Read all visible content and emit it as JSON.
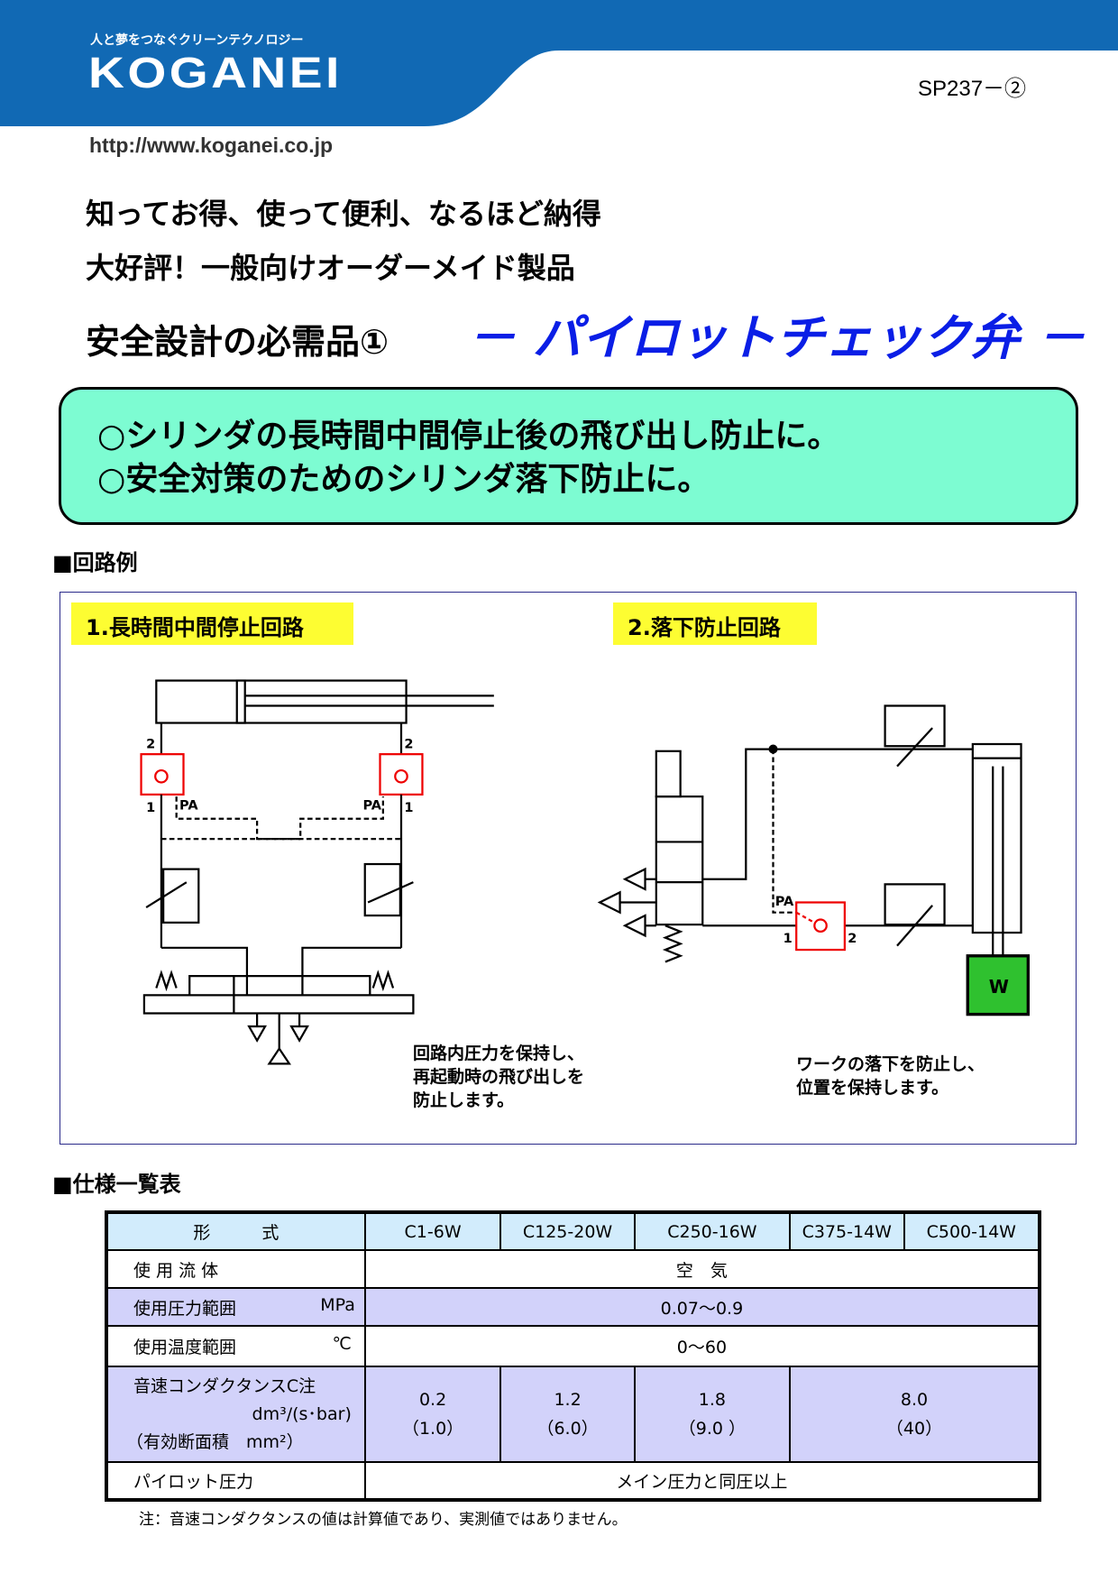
{
  "header": {
    "tagline": "人と夢をつなぐクリーンテクノロジー",
    "logo": "KOGANEI",
    "doc_number": "SP237－②",
    "url": "http://www.koganei.co.jp",
    "brand_color": "#1169b4"
  },
  "headlines": {
    "line1": "知ってお得、使って便利、なるほど納得",
    "line2": "大好評！一般向けオーダーメイド製品",
    "line3": "安全設計の必需品①",
    "product_title": "－ パイロットチェック弁 －"
  },
  "features": [
    "○シリンダの長時間中間停止後の飛び出し防止に。",
    "○安全対策のためのシリンダ落下防止に。"
  ],
  "circuits": {
    "heading": "■回路例",
    "circuit1": {
      "label": "1.長時間中間停止回路",
      "caption": [
        "回路内圧力を保持し、",
        "再起動時の飛び出しを",
        "防止します。"
      ],
      "port_labels": {
        "p2": "2",
        "p1": "1",
        "pa": "PA"
      }
    },
    "circuit2": {
      "label": "2.落下防止回路",
      "caption": [
        "ワークの落下を防止し、",
        "位置を保持します。"
      ],
      "port_labels": {
        "p1": "1",
        "p2": "2",
        "pa": "PA"
      },
      "weight": "W"
    }
  },
  "spec": {
    "heading": "■仕様一覧表",
    "header": {
      "label": "形　　　式",
      "models": [
        "C1-6W",
        "C125-20W",
        "C250-16W",
        "C375-14W",
        "C500-14W"
      ]
    },
    "fluid": {
      "label": "使 用 流 体",
      "value": "空　気"
    },
    "pressure": {
      "label": "使用圧力範囲",
      "unit": "MPa",
      "value": "0.07～0.9"
    },
    "temperature": {
      "label": "使用温度範囲",
      "unit": "℃",
      "value": "0～60"
    },
    "conductance": {
      "label": "音速コンダクタンスC注",
      "unit": "dm³/(s･bar)",
      "sub": "（有効断面積　mm²）",
      "values": [
        {
          "c": "0.2",
          "a": "（1.0）"
        },
        {
          "c": "1.2",
          "a": "（6.0）"
        },
        {
          "c": "1.8",
          "a": "（9.0 ）"
        },
        {
          "c": "8.0",
          "a": "（40）"
        }
      ]
    },
    "pilot": {
      "label": "パイロット圧力",
      "value": "メイン圧力と同圧以上"
    },
    "note": "注：音速コンダクタンスの値は計算値であり、実測値ではありません。"
  }
}
